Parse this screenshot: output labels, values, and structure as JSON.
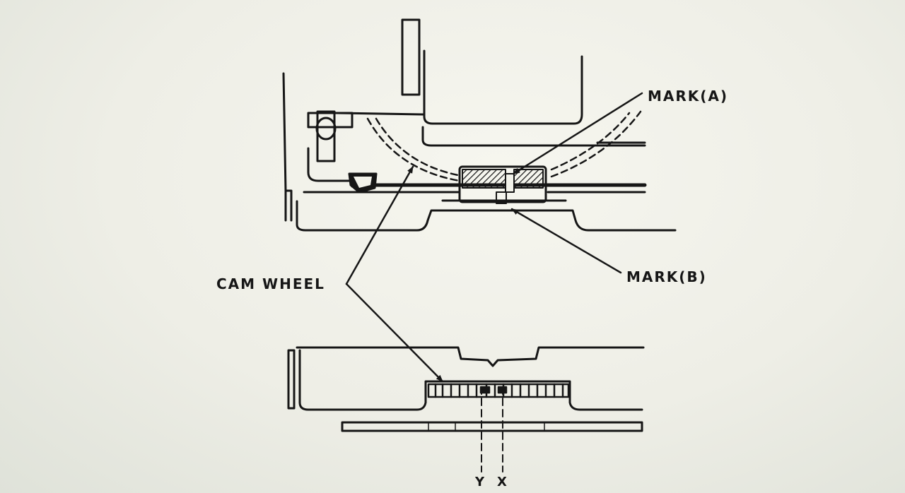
{
  "labels": {
    "mark_a": "MARK(A)",
    "mark_b": "MARK(B)",
    "cam_wheel": "CAM WHEEL",
    "y": "Y",
    "x": "X"
  },
  "colors": {
    "ink": "#161616",
    "paper": "#f2f2ea"
  }
}
